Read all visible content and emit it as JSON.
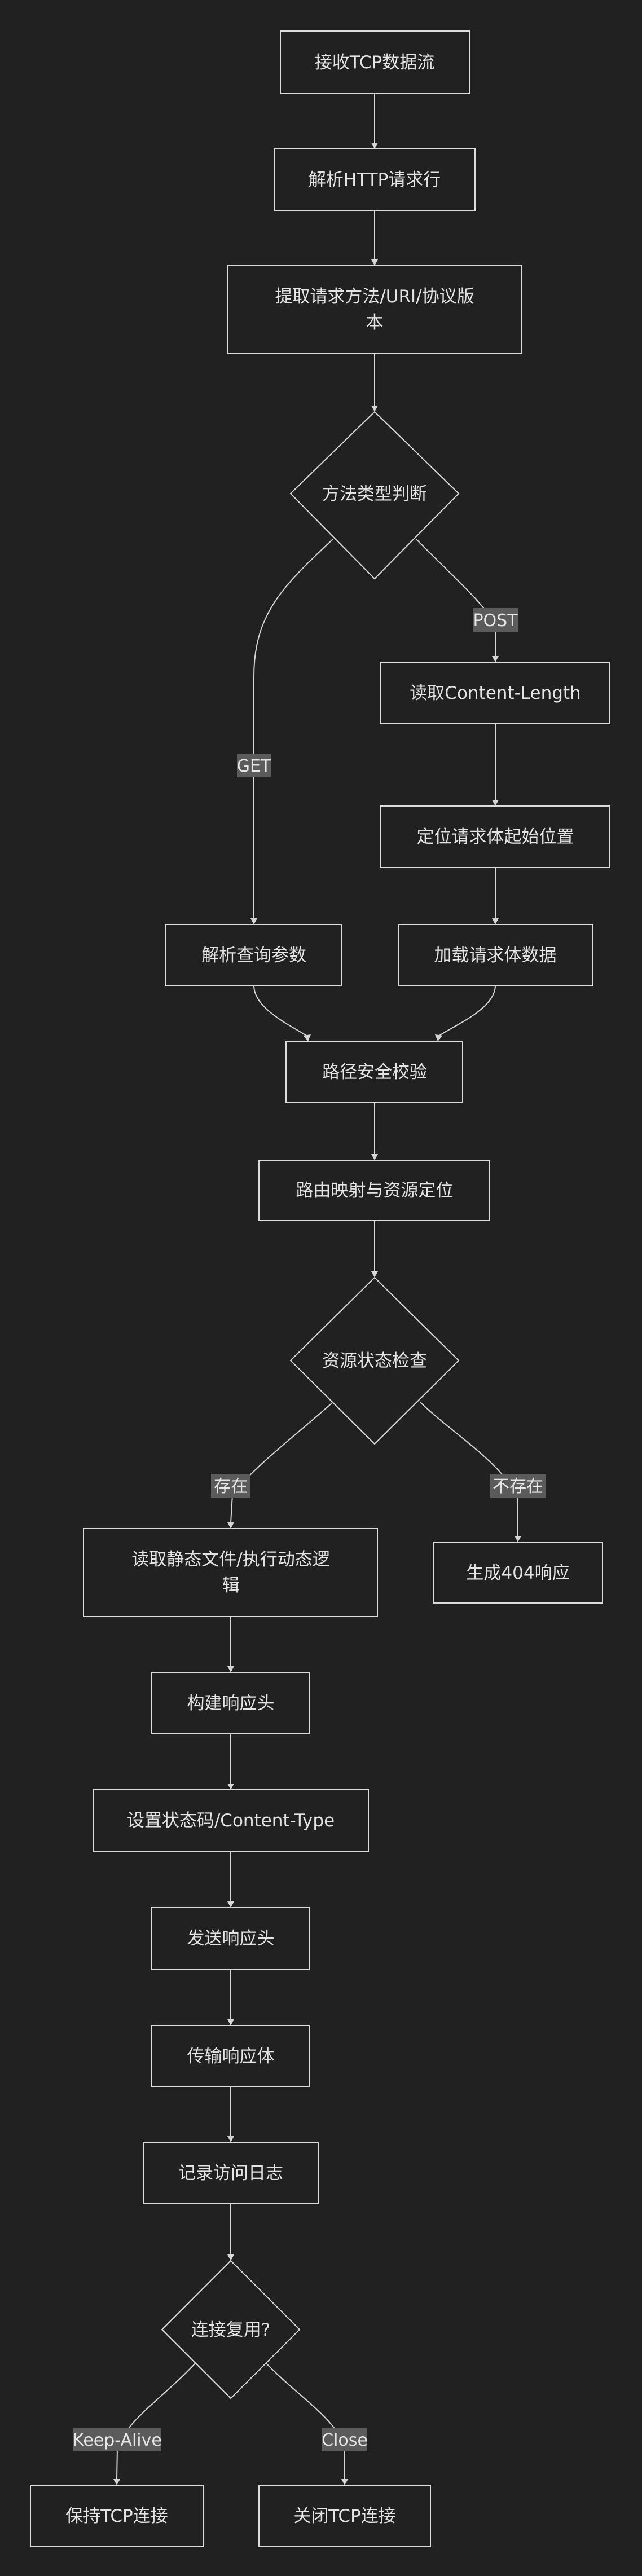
{
  "flowchart": {
    "nodes": {
      "recv_tcp": "接收TCP数据流",
      "parse_request_line": "解析HTTP请求行",
      "extract_method": [
        "提取请求方法/URI/协议版",
        "本"
      ],
      "method_check": "方法类型判断",
      "read_content_length": "读取Content-Length",
      "locate_body": "定位请求体起始位置",
      "parse_query": "解析查询参数",
      "load_body": "加载请求体数据",
      "path_security": "路径安全校验",
      "route_mapping": "路由映射与资源定位",
      "resource_check": "资源状态检查",
      "read_static": [
        "读取静态文件/执行动态逻",
        "辑"
      ],
      "gen_404": "生成404响应",
      "build_headers": "构建响应头",
      "set_status": "设置状态码/Content-Type",
      "send_headers": "发送响应头",
      "send_body": "传输响应体",
      "log_access": "记录访问日志",
      "reuse_check": "连接复用?",
      "keep_tcp": "保持TCP连接",
      "close_tcp": "关闭TCP连接"
    },
    "edge_labels": {
      "post": "POST",
      "get": "GET",
      "exists": "存在",
      "not_exists": "不存在",
      "keep_alive": "Keep-Alive",
      "close": "Close"
    }
  }
}
